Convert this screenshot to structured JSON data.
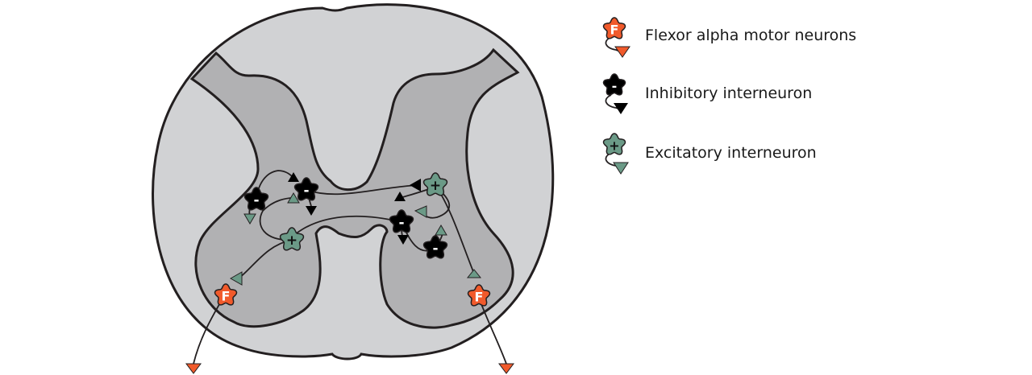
{
  "legend": {
    "items": [
      {
        "label": "Flexor alpha motor neurons",
        "symbol": "F",
        "color": "#f15a2b"
      },
      {
        "label": "Inhibitory interneuron",
        "symbol": "-",
        "color": "#000000"
      },
      {
        "label": "Excitatory interneuron",
        "symbol": "+",
        "color": "#6b9a87"
      }
    ]
  },
  "neuron_symbols": {
    "motor": "F",
    "inhibitory": "-",
    "excitatory": "+"
  },
  "colors": {
    "white_matter": "#d1d2d4",
    "gray_matter": "#b1b1b3",
    "outline": "#231f20",
    "motor": "#f15a2b",
    "inhibitory": "#000000",
    "excitatory": "#6b9a87"
  }
}
